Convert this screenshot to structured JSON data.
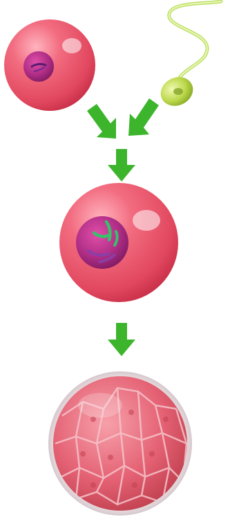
{
  "diagram": {
    "stages": [
      {
        "id": "egg",
        "icon": "egg-cell-icon"
      },
      {
        "id": "sperm",
        "icon": "sperm-cell-icon"
      },
      {
        "id": "zygote",
        "icon": "zygote-icon"
      },
      {
        "id": "blastocyst",
        "icon": "cell-cluster-icon"
      }
    ],
    "flow": [
      {
        "from": "egg",
        "to": "zygote"
      },
      {
        "from": "sperm",
        "to": "zygote"
      },
      {
        "from": "zygote",
        "to": "blastocyst"
      }
    ],
    "colors": {
      "cell": "#e9566c",
      "nucleus": "#a62a7e",
      "chromosome_green": "#39c06a",
      "chromosome_purple": "#8a3fa8",
      "sperm": "#b8d84a",
      "arrow": "#3cb52c",
      "membrane": "#e8e0e2"
    }
  }
}
